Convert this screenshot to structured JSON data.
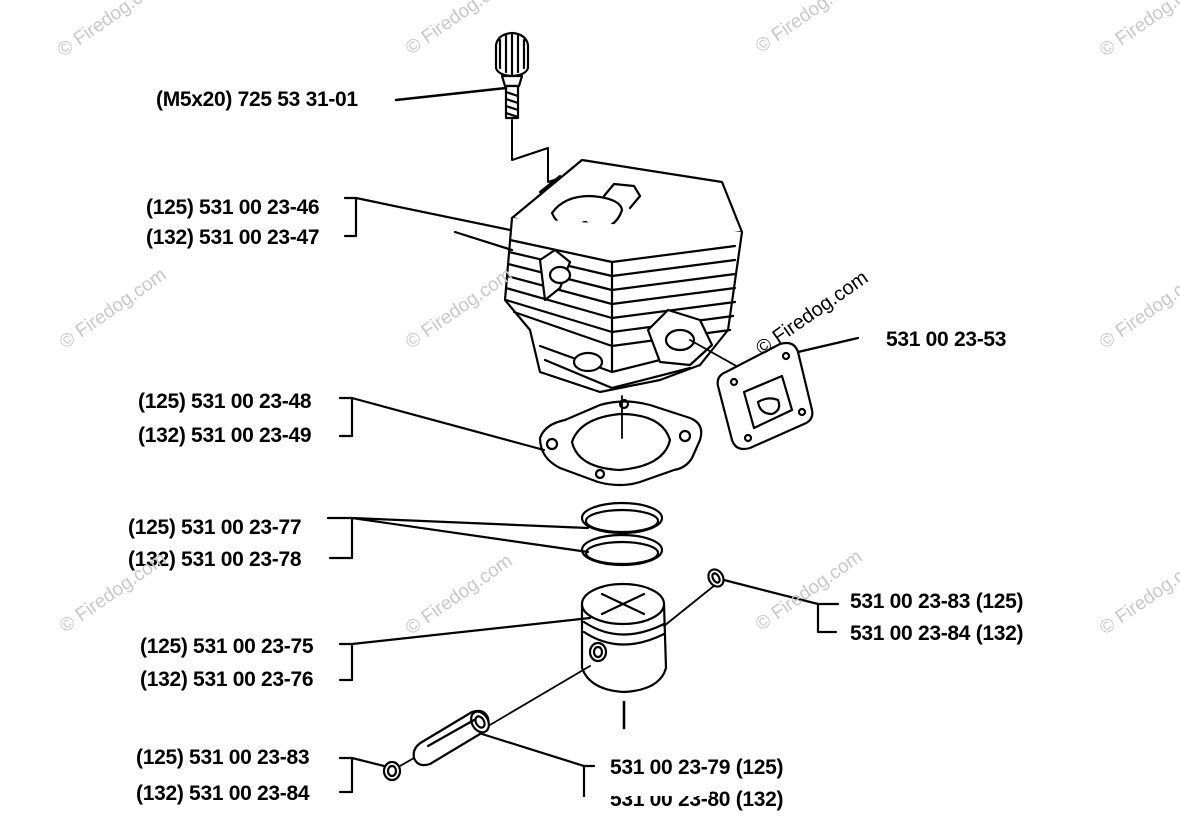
{
  "watermark": "© Firedog.com",
  "labels": {
    "screw": "(M5x20) 725 53 31-01",
    "cylinder_125": "(125) 531 00 23-46",
    "cylinder_132": "(132) 531 00 23-47",
    "exhaust_gasket": "531 00 23-53",
    "base_gasket_125": "(125) 531 00 23-48",
    "base_gasket_132": "(132) 531 00 23-49",
    "rings_125": "(125) 531 00 23-77",
    "rings_132": "(132) 531 00 23-78",
    "circlip_right_125": "531 00 23-83 (125)",
    "circlip_right_132": "531 00 23-84 (132)",
    "piston_125": "(125) 531 00 23-75",
    "piston_132": "(132) 531 00 23-76",
    "circlip_left_125": "(125) 531 00 23-83",
    "circlip_left_132": "(132) 531 00 23-84",
    "pin_125": "531 00 23-79 (125)",
    "pin_132": "531 00 23-80 (132)"
  },
  "icons": {
    "screw": "screw-icon",
    "cylinder": "cylinder-icon",
    "exhaust_gasket": "gasket-icon",
    "base_gasket": "gasket-icon",
    "piston_rings": "ring-icon",
    "piston": "piston-icon",
    "circlip": "circlip-icon",
    "piston_pin": "pin-icon"
  }
}
